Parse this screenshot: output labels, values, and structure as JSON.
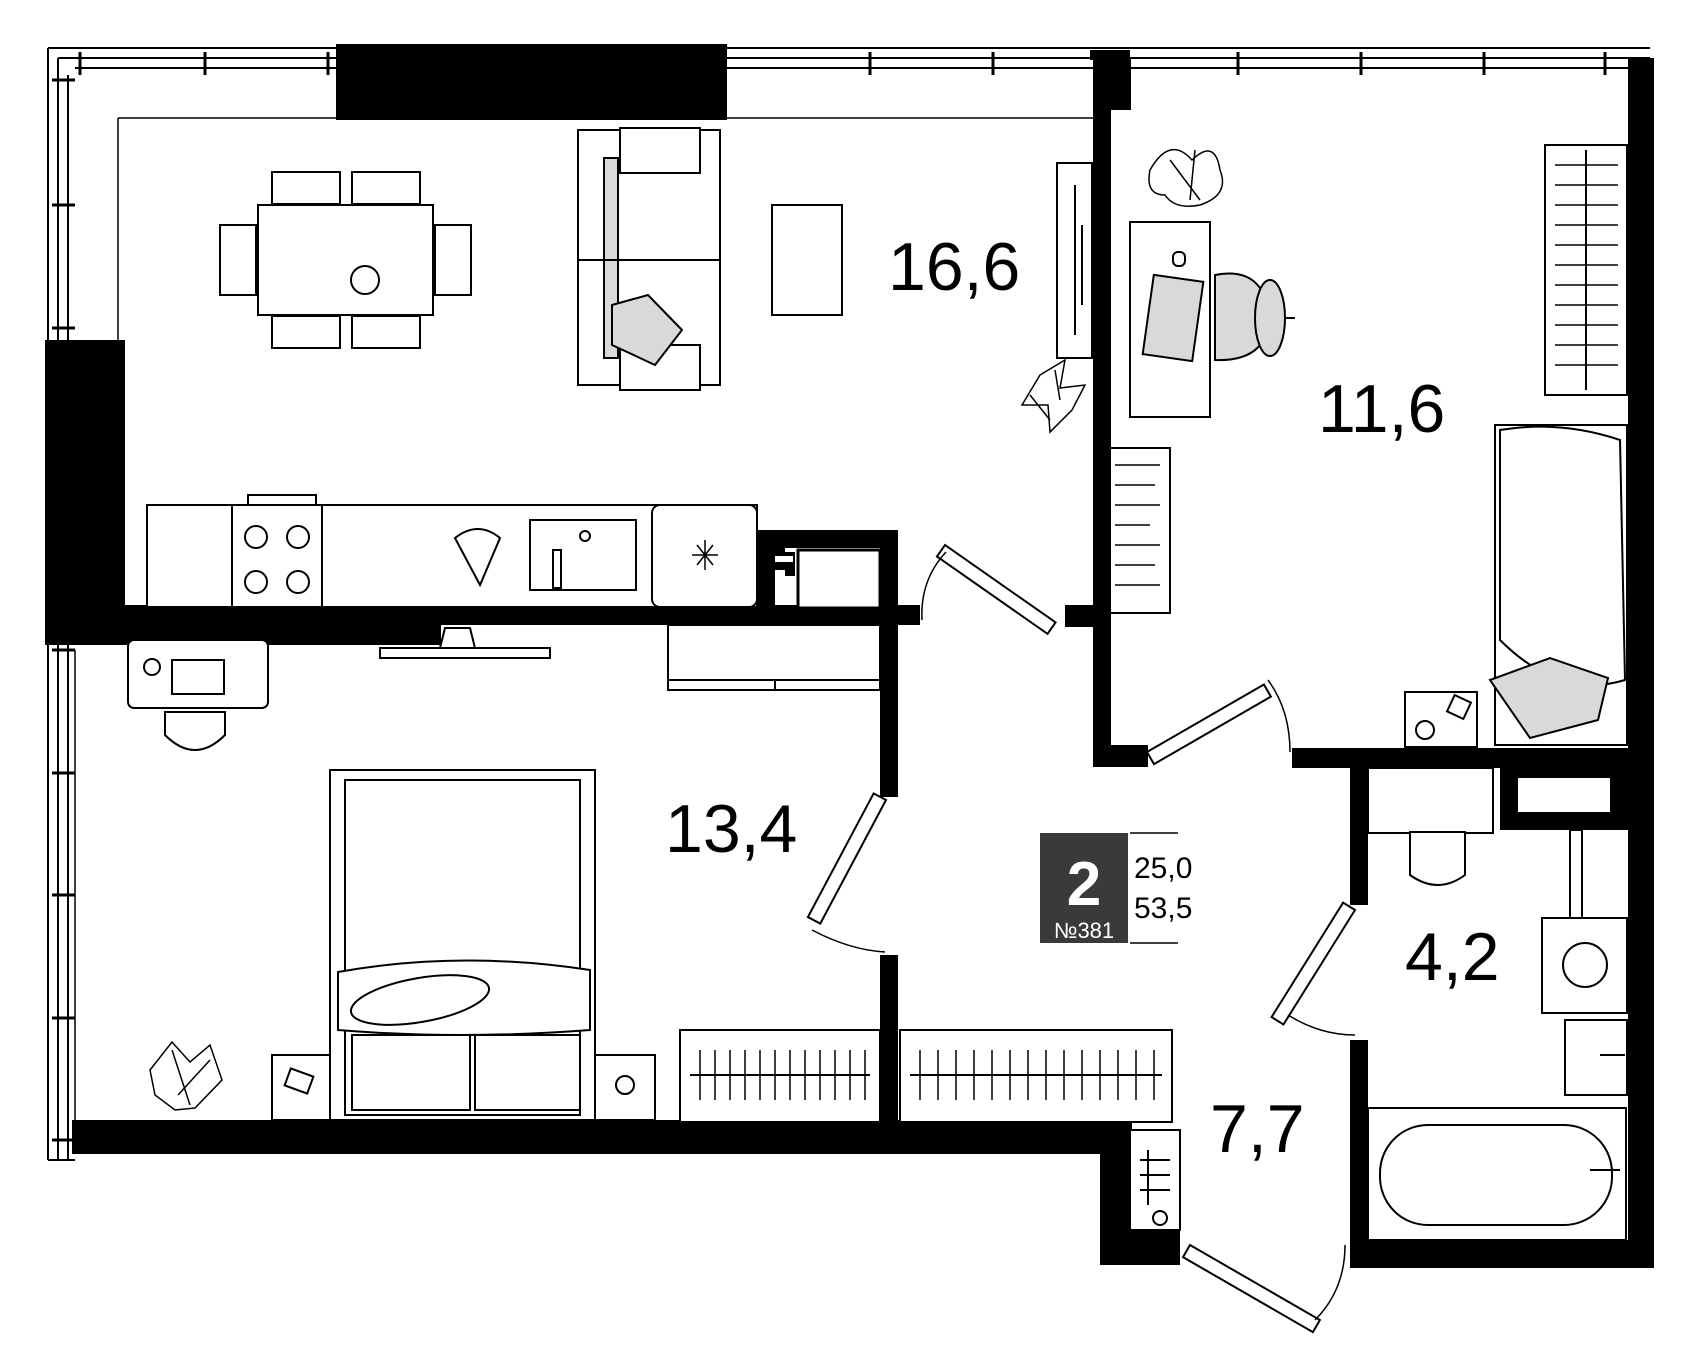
{
  "rooms": {
    "living_kitchen": "16,6",
    "bedroom_small": "11,6",
    "bedroom_large": "13,4",
    "bathroom": "4,2",
    "hallway": "7,7"
  },
  "apartment": {
    "rooms_count": "2",
    "number": "№381",
    "living_area": "25,0",
    "total_area": "53,5"
  },
  "colors": {
    "wall": "#000000",
    "furniture_fill": "#d9d9d9",
    "badge": "#3a3a3a"
  }
}
